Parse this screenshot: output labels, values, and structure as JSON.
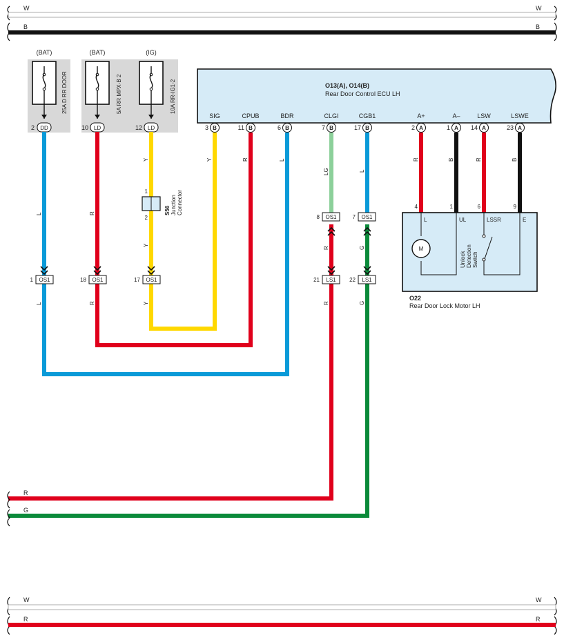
{
  "colors": {
    "L": "#0a9ad8",
    "R": "#e0001b",
    "Y": "#ffd800",
    "LG": "#8cd09a",
    "G": "#0b8a3a",
    "B": "#111111",
    "W": "#ffffff",
    "ecu_fill": "#d6ebf7",
    "fuse_box": "#d8d8d8"
  },
  "top_bus": {
    "w_left": "W",
    "w_right": "W",
    "b_left": "B",
    "b_right": "B"
  },
  "fuses": [
    {
      "supply": "(BAT)",
      "name": "25A D RR DOOR",
      "pin": "2",
      "conn": "DD"
    },
    {
      "supply": "(BAT)",
      "name": "5A RR MPX-B 2",
      "pin": "10",
      "conn": "LD"
    },
    {
      "supply": "(IG)",
      "name": "10A RR-IG1-2",
      "pin": "12",
      "conn": "LD"
    }
  ],
  "ecu": {
    "title": "O13(A), O14(B)",
    "name": "Rear Door Control ECU LH",
    "terminals": [
      {
        "label": "SIG",
        "pin": "3",
        "conn": "B"
      },
      {
        "label": "CPUB",
        "pin": "11",
        "conn": "B"
      },
      {
        "label": "BDR",
        "pin": "6",
        "conn": "B"
      },
      {
        "label": "CLGI",
        "pin": "7",
        "conn": "B"
      },
      {
        "label": "CGB1",
        "pin": "17",
        "conn": "B"
      },
      {
        "label": "A+",
        "pin": "2",
        "conn": "A"
      },
      {
        "label": "A–",
        "pin": "1",
        "conn": "A"
      },
      {
        "label": "LSW",
        "pin": "14",
        "conn": "A"
      },
      {
        "label": "LSWE",
        "pin": "23",
        "conn": "A"
      }
    ]
  },
  "junction": {
    "id": "S56",
    "desc1": "Junction",
    "desc2": "Connector",
    "pin_top": "1",
    "pin_bottom": "2"
  },
  "wire_labels": {
    "fuse1": "L",
    "fuse1_low": "L",
    "fuse2": "R",
    "fuse2_low": "R",
    "fuse3": "Y",
    "fuse3_mid": "Y",
    "fuse3_low": "Y",
    "sig": "Y",
    "cpub": "R",
    "bdr": "L",
    "clgi": "LG",
    "clgi_low": "R",
    "clgi_bot": "R",
    "cgb1": "L",
    "cgb1_low": "G",
    "cgb1_bot": "G",
    "aplus": "R",
    "aminus": "B",
    "lsw": "R",
    "lswe": "B"
  },
  "connectors": {
    "os1_a": {
      "pin": "1",
      "name": "OS1"
    },
    "os1_b": {
      "pin": "18",
      "name": "OS1"
    },
    "os1_c": {
      "pin": "17",
      "name": "OS1"
    },
    "os1_d": {
      "pin": "8",
      "name": "OS1"
    },
    "os1_e": {
      "pin": "7",
      "name": "OS1"
    },
    "ls1_a": {
      "pin": "21",
      "name": "LS1"
    },
    "ls1_b": {
      "pin": "22",
      "name": "LS1"
    }
  },
  "motor": {
    "id": "O22",
    "name": "Rear Door Lock Motor LH",
    "pins": [
      "4",
      "1",
      "6",
      "9"
    ],
    "terms": [
      "L",
      "UL",
      "LSSR",
      "E"
    ],
    "motor_letter": "M",
    "switch_text": [
      "Unlock",
      "Detection",
      "Switch"
    ]
  },
  "bottom_wires": {
    "r": "R",
    "g": "G"
  },
  "bottom_bus": {
    "w_left": "W",
    "w_right": "W",
    "r_left": "R",
    "r_right": "R"
  }
}
